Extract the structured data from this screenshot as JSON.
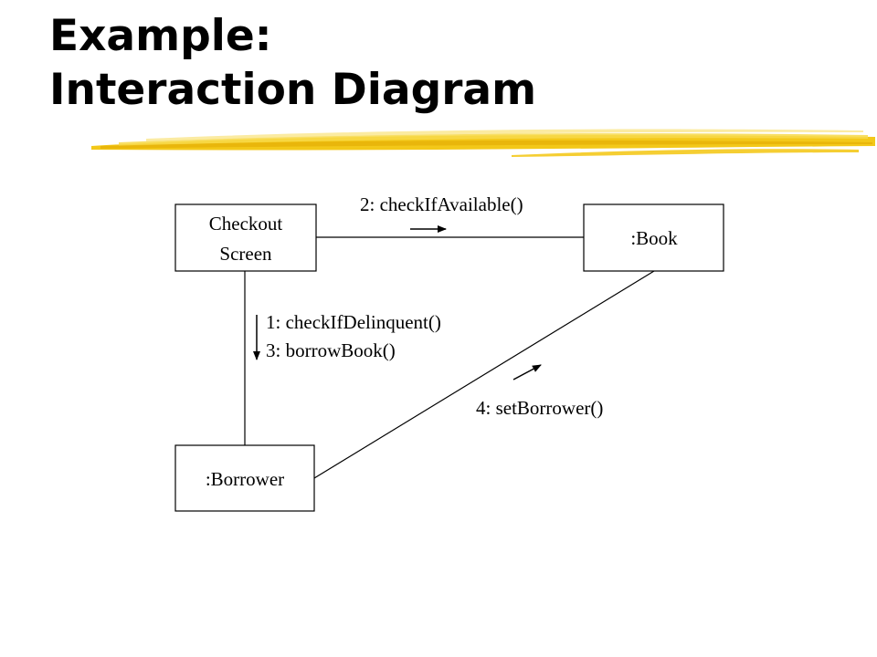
{
  "slide": {
    "title_line1": "Example:",
    "title_line2": "Interaction Diagram",
    "accent_color": "#F2C200"
  },
  "diagram": {
    "objects": {
      "checkout_line1": "Checkout",
      "checkout_line2": "Screen",
      "book": ":Book",
      "borrower": ":Borrower"
    },
    "messages": {
      "m1": "1: checkIfDelinquent()",
      "m2": "2: checkIfAvailable()",
      "m3": "3: borrowBook()",
      "m4": "4: setBorrower()"
    }
  }
}
